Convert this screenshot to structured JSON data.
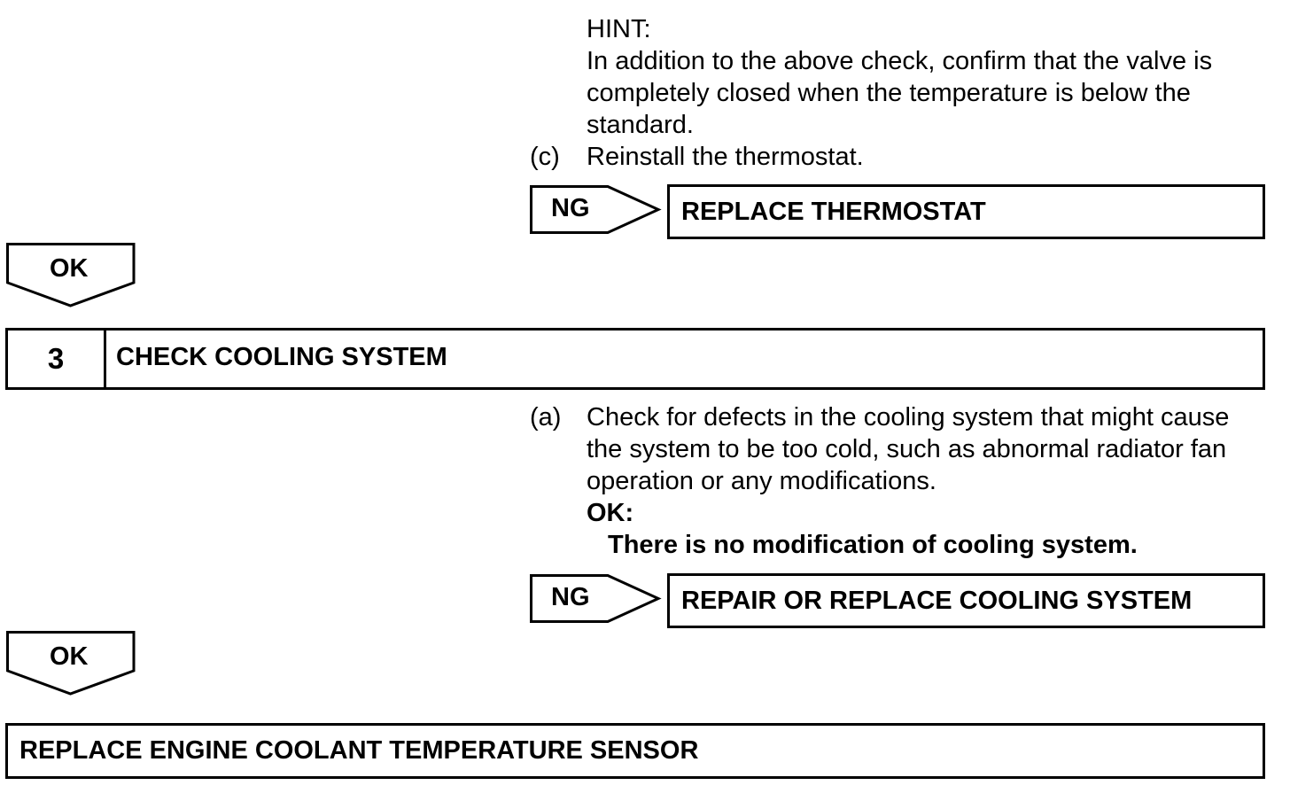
{
  "hint": {
    "label": "HINT:",
    "lines": [
      "In addition to the above check, confirm that the valve is",
      "completely closed when the temperature is below the",
      "standard."
    ]
  },
  "step_c": {
    "marker": "(c)",
    "text": "Reinstall the thermostat."
  },
  "ng_branch_1": {
    "tag": "NG",
    "action": "REPLACE THERMOSTAT"
  },
  "ok_arrow_1": {
    "tag": "OK"
  },
  "step3": {
    "number": "3",
    "title": "CHECK COOLING SYSTEM"
  },
  "step_a": {
    "marker": "(a)",
    "lines": [
      "Check for defects in the cooling system that might cause",
      "the system to be too cold, such as abnormal radiator fan",
      "operation or any modifications."
    ],
    "ok_label": "OK:",
    "ok_text": "There is no modification of cooling system."
  },
  "ng_branch_2": {
    "tag": "NG",
    "action": "REPAIR OR REPLACE COOLING SYSTEM"
  },
  "ok_arrow_2": {
    "tag": "OK"
  },
  "final_box": {
    "text": "REPLACE ENGINE COOLANT TEMPERATURE SENSOR"
  }
}
